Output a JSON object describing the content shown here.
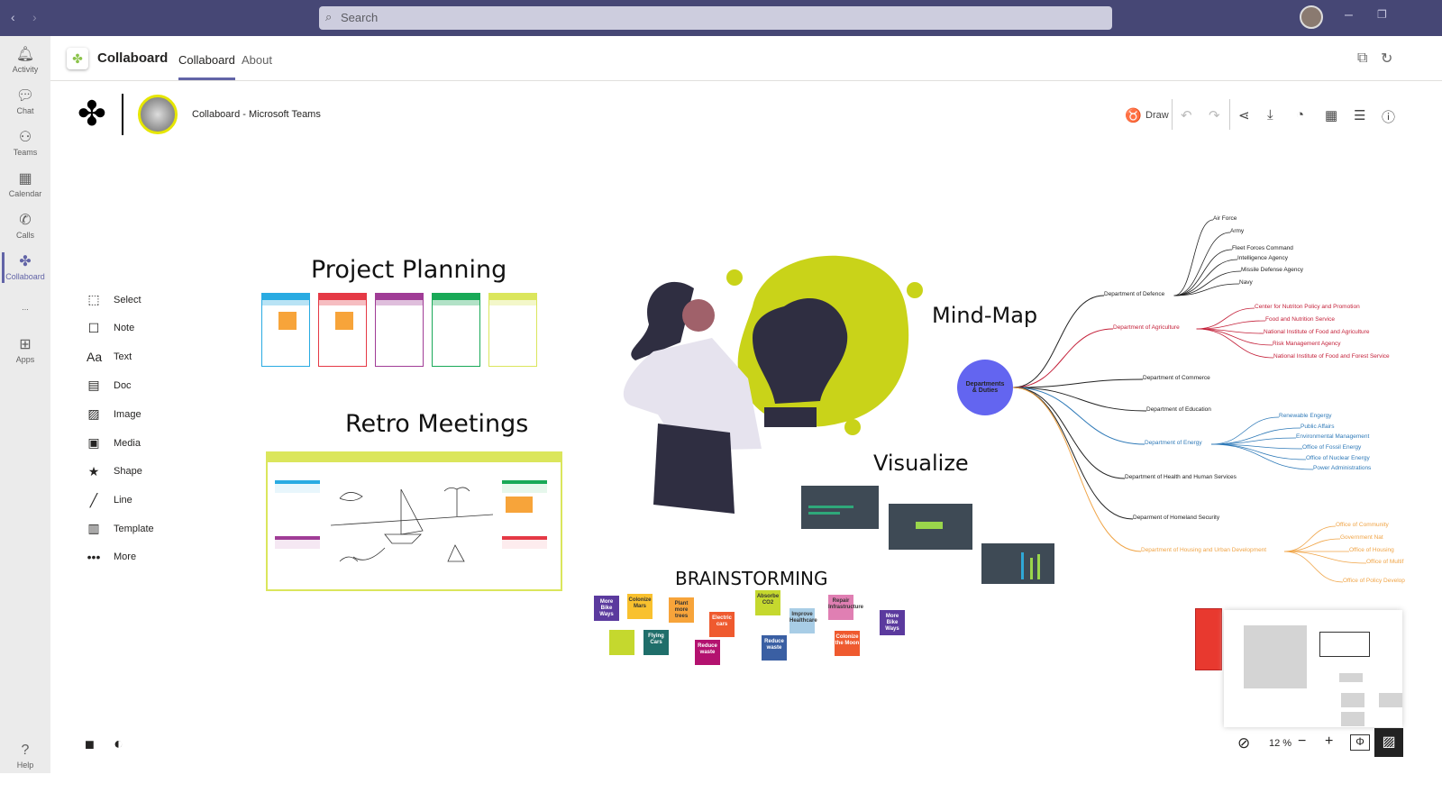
{
  "titlebar": {
    "search_placeholder": "Search"
  },
  "rail": [
    {
      "label": "Activity",
      "icon": "bell-icon"
    },
    {
      "label": "Chat",
      "icon": "chat-icon"
    },
    {
      "label": "Teams",
      "icon": "teams-icon"
    },
    {
      "label": "Calendar",
      "icon": "calendar-icon"
    },
    {
      "label": "Calls",
      "icon": "phone-icon"
    },
    {
      "label": "Collaboard",
      "icon": "collaboard-icon",
      "active": true
    },
    {
      "label": "...",
      "icon": "more-icon"
    },
    {
      "label": "Apps",
      "icon": "apps-icon"
    },
    {
      "label": "Help",
      "icon": "help-icon"
    }
  ],
  "app": {
    "name": "Collaboard",
    "tabs": [
      "Collaboard",
      "About"
    ],
    "active_tab": "Collaboard"
  },
  "board": {
    "title": "Collaboard - Microsoft Teams",
    "draw_label": "Draw"
  },
  "tools": [
    "Select",
    "Note",
    "Text",
    "Doc",
    "Image",
    "Media",
    "Shape",
    "Line",
    "Template",
    "More"
  ],
  "headings": {
    "project_planning": "Project Planning",
    "retro": "Retro Meetings",
    "mindmap": "Mind-Map",
    "visualize": "Visualize",
    "brainstorming": "BRAINSTORMING"
  },
  "kanban_colors": [
    "#29abe2",
    "#e53945",
    "#a03c96",
    "#19a957",
    "#dbe65c"
  ],
  "brainstorm_notes": [
    {
      "text": "More Bike Ways",
      "color": "#5b3a9e"
    },
    {
      "text": "Colonize Mars",
      "color": "#f9c12e"
    },
    {
      "text": "Plant more trees",
      "color": "#f7a43a"
    },
    {
      "text": "Electric cars",
      "color": "#ef5a2f"
    },
    {
      "text": "Absorbe CO2",
      "color": "#c5d82e"
    },
    {
      "text": "Improve Healthcare",
      "color": "#a8cde6"
    },
    {
      "text": "Repair Infrastructure",
      "color": "#e07fb3"
    },
    {
      "text": "More Bike Ways",
      "color": "#5b3a9e"
    },
    {
      "text": "",
      "color": "#c5d82e"
    },
    {
      "text": "Flying Cars",
      "color": "#1f6e6a"
    },
    {
      "text": "Reduce waste",
      "color": "#b3126f"
    },
    {
      "text": "Reduce waste",
      "color": "#3a5fa3"
    },
    {
      "text": "Colonize the Moon",
      "color": "#ef5a2f"
    }
  ],
  "mindmap": {
    "root": "Departments & Duties",
    "root_color": "#6365f0",
    "branches": [
      {
        "label": "Department of Defence",
        "color": "#222222",
        "children": [
          "Air Force",
          "Army",
          "Fleet Forces Command",
          "Intelligence Agency",
          "Missile Defense Agency",
          "Navy"
        ]
      },
      {
        "label": "Department of Agriculture",
        "color": "#c4213a",
        "children": [
          "Center for Nutriton Policy and Promotion",
          "Food and Nutrition Service",
          "National Institute of Food and Agriculture",
          "Risk Management Agency",
          "National Institute of Food and Forest Service"
        ]
      },
      {
        "label": "Department of Commerce",
        "color": "#222222",
        "children": []
      },
      {
        "label": "Department of Education",
        "color": "#222222",
        "children": []
      },
      {
        "label": "Department of Energy",
        "color": "#2f7ab8",
        "children": [
          "Renewable Engergy",
          "Public Affairs",
          "Environmental Management",
          "Office of Fossil Energy",
          "Office of Nuclear Energy",
          "Power Administrations"
        ]
      },
      {
        "label": "Department of Health and Human Services",
        "color": "#222222",
        "children": []
      },
      {
        "label": "Deparment of Homeland Security",
        "color": "#222222",
        "children": []
      },
      {
        "label": "Department of Housing and Urban Development",
        "color": "#f0a446",
        "children": [
          "Office of Community",
          "Government Nat",
          "Office of Housing",
          "Office of Multif",
          "Office of Policy Develop"
        ]
      }
    ]
  },
  "zoom": {
    "level": "12 %"
  }
}
